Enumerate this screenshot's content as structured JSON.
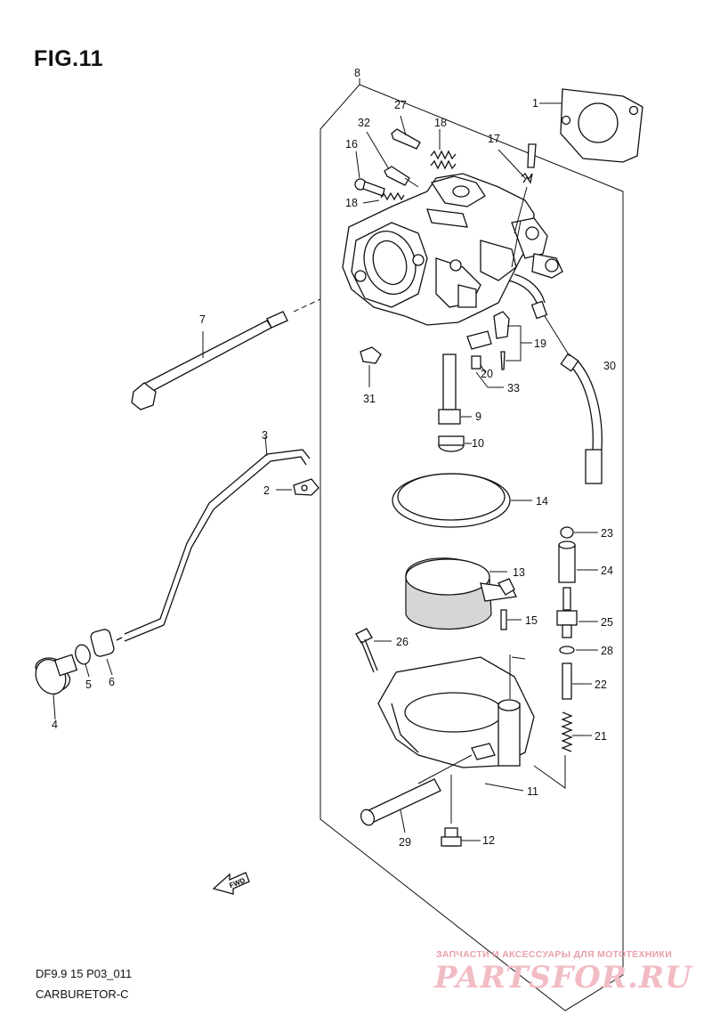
{
  "figure": {
    "title": "FIG.11"
  },
  "footer": {
    "model_code": "DF9.9 15 P03_011",
    "assembly_name": "CARBURETOR-C"
  },
  "watermark": {
    "tagline": "ЗАПЧАСТИ И АКСЕССУАРЫ ДЛЯ МОТОТЕХНИКИ",
    "logo": "PARTSFOR.RU"
  },
  "direction_arrow": {
    "label": "FWD"
  },
  "callouts": {
    "p1": "1",
    "p2": "2",
    "p3": "3",
    "p4": "4",
    "p5": "5",
    "p6": "6",
    "p7": "7",
    "p8": "8",
    "p9": "9",
    "p10": "10",
    "p11": "11",
    "p12": "12",
    "p13": "13",
    "p14": "14",
    "p15": "15",
    "p16": "16",
    "p17": "17",
    "p18a": "18",
    "p18b": "18",
    "p19": "19",
    "p20": "20",
    "p21": "21",
    "p22": "22",
    "p23": "23",
    "p24": "24",
    "p25": "25",
    "p26": "26",
    "p27": "27",
    "p28": "28",
    "p29": "29",
    "p30": "30",
    "p31": "31",
    "p32": "32",
    "p33": "33"
  }
}
